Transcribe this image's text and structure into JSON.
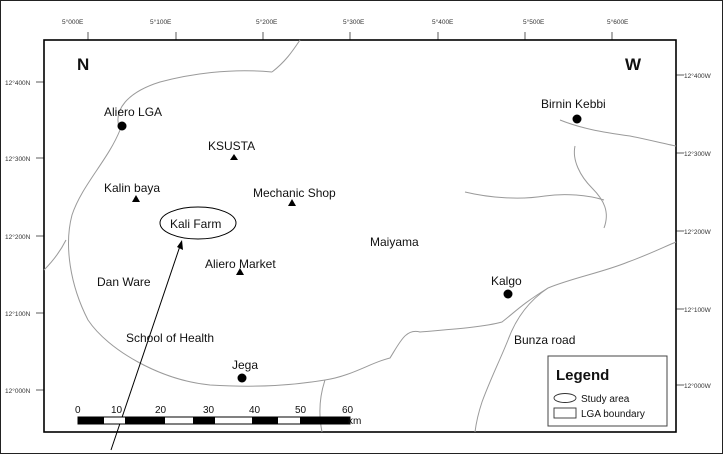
{
  "coords": {
    "top": [
      "5°000E",
      "5°100E",
      "5°200E",
      "5°300E",
      "5°400E",
      "5°500E",
      "5°600E"
    ],
    "left": [
      "12°400N",
      "12°300N",
      "12°200N",
      "12°100N",
      "12°000N"
    ],
    "right": [
      "12°400W",
      "12°300W",
      "12°200W",
      "12°100W",
      "12°000W"
    ]
  },
  "compass": {
    "left": "N",
    "right": "W"
  },
  "places": {
    "aliero_lga": "Aliero LGA",
    "ksusta": "KSUSTA",
    "birnin_kebbi": "Birnin Kebbi",
    "kalin_baya": "Kalin baya",
    "mechanic_shop": "Mechanic Shop",
    "kali_farm": "Kali Farm",
    "maiyama": "Maiyama",
    "aliero_market": "Aliero Market",
    "dan_ware": "Dan Ware",
    "kalgo": "Kalgo",
    "school_of_health": "School of Health",
    "bunza_road": "Bunza road",
    "jega": "Jega"
  },
  "scale": {
    "ticks": [
      "0",
      "10",
      "20",
      "30",
      "40",
      "50",
      "60"
    ],
    "unit": "km"
  },
  "legend": {
    "title": "Legend",
    "items": [
      "Study area",
      "LGA boundary"
    ]
  },
  "colors": {
    "ink": "#111111",
    "boundary": "#9a9a9a",
    "frame": "#000000"
  }
}
